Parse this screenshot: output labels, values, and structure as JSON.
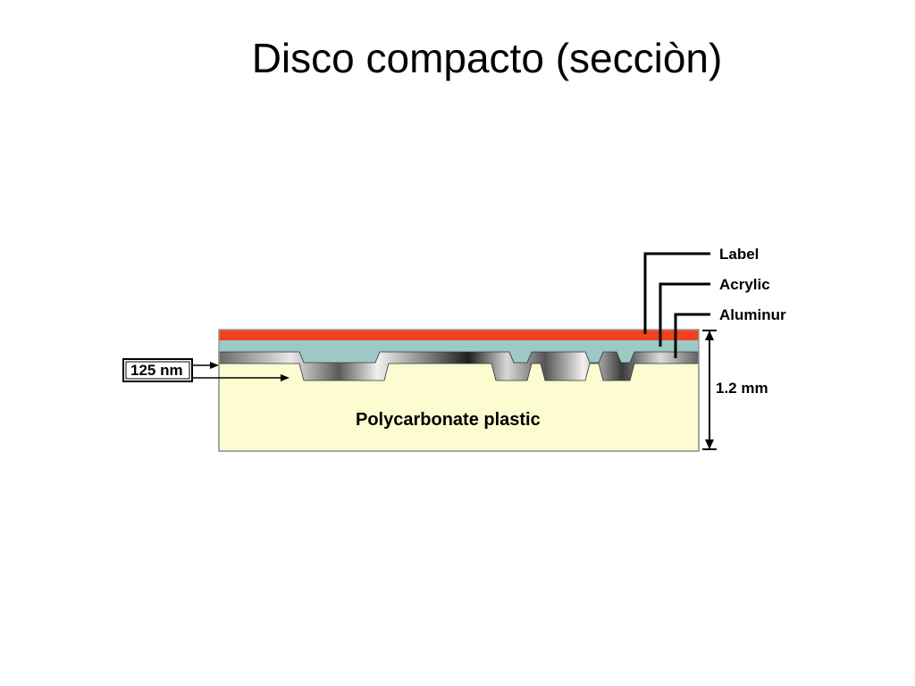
{
  "slide": {
    "title": "Disco compacto (secciòn)"
  },
  "diagram": {
    "labels": {
      "label_layer": "Label",
      "acrylic_layer": "Acrylic",
      "aluminum_layer": "Aluminur",
      "thickness": "1.2 mm",
      "pit_depth": "125 nm",
      "substrate": "Polycarbonate plastic"
    },
    "colors": {
      "label": "#f0421f",
      "acrylic": "#9cc9c6",
      "aluminum": "#808080",
      "polycarbonate": "#fdfbd0"
    }
  }
}
